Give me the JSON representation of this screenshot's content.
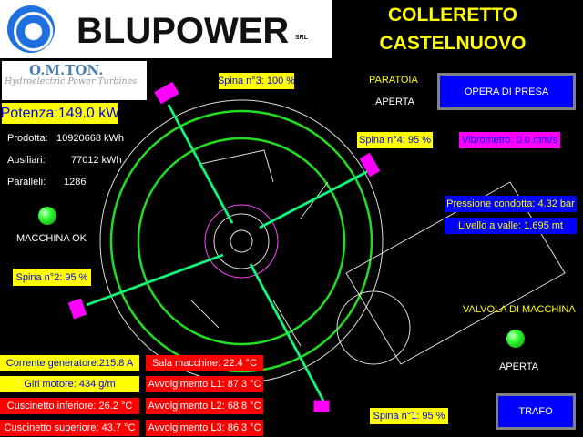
{
  "logo": {
    "brand": "BLUPOWER",
    "suffix": "SRL",
    "omton": "O.M.TON.",
    "omton_sub": "Hydroelectric Power Turbines"
  },
  "title": {
    "line1": "COLLERETTO",
    "line2": "CASTELNUOVO"
  },
  "potenza": "Potenza:149.0 kW",
  "counters": [
    {
      "label": "Prodotta:",
      "value": "10920668 kWh"
    },
    {
      "label": "Ausiliari:",
      "value": "77012 kWh"
    },
    {
      "label": "Paralleli:",
      "value": "1286"
    }
  ],
  "machine_status": "MACCHINA OK",
  "spine": {
    "s1": "Spina n°1:  95 %",
    "s2": "Spina n°2:  95 %",
    "s3": "Spina n°3: 100 %",
    "s4": "Spina n°4:  95 %"
  },
  "paratoia": {
    "label": "PARATOIA",
    "state": "APERTA"
  },
  "opera_presa_button": "OPERA DI PRESA",
  "vibrometro": "Vibrometro:  0.0 mm/s",
  "pressione": "Pressione condotta: 4.32 bar",
  "livello": "Livello a valle: 1.695 mt",
  "valvola": {
    "label": "VALVOLA DI MACCHINA",
    "state": "APERTA"
  },
  "trafo_button": "TRAFO",
  "left_readings": [
    "Corrente generatore:215.8 A",
    "Giri motore:  434 g/m",
    "Cuscinetto inferiore:  26.2 °C",
    "Cuscinetto superiore:  43.7 °C"
  ],
  "right_readings": [
    "Sala macchine:  22.4 °C",
    "Avvolgimento L1:  87.3 °C",
    "Avvolgimento L2:  68.8 °C",
    "Avvolgimento L3:  86.3 °C"
  ],
  "colors": {
    "ok_lamp": "#33ff33",
    "label_yellow": "#ffff00",
    "alarm_red": "#ff0000",
    "info_blue": "#0000ff"
  }
}
